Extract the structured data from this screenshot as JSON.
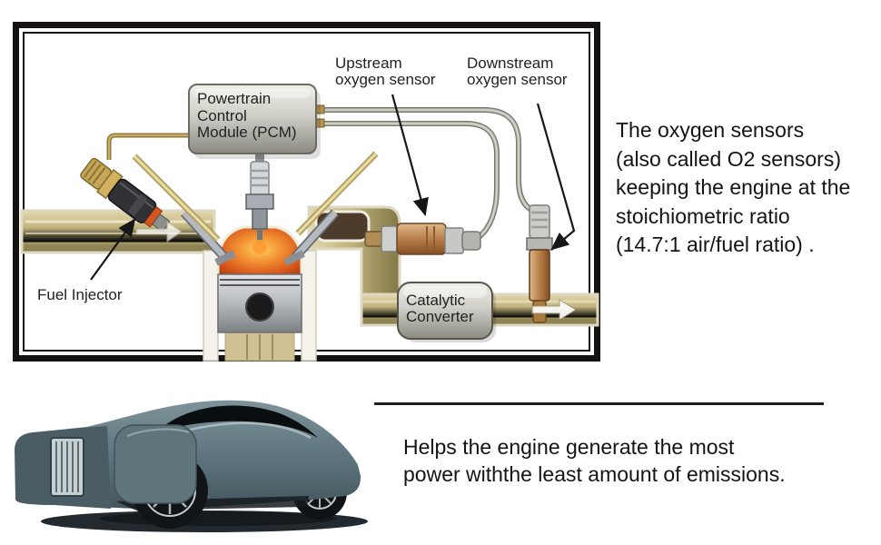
{
  "diagram": {
    "labels": {
      "pcm": "Powertrain\nControl\nModule (PCM)",
      "upstream_sensor": "Upstream\noxygen sensor",
      "downstream_sensor": "Downstream\noxygen sensor",
      "fuel_injector": "Fuel Injector",
      "catalytic_converter": "Catalytic\nConverter"
    },
    "colors": {
      "frame_black": "#151310",
      "pipe_tan": "#b9ab74",
      "combustion_orange": "#e8641f",
      "sensor_copper": "#b97f4a",
      "module_grey": "#cfcfc8",
      "car_teal": "#5e757c"
    }
  },
  "annotation": {
    "oxygen_note": "The oxygen sensors\n(also called O2 sensors)\nkeeping the engine at the\nstoichiometric ratio\n(14.7:1 air/fuel ratio) .",
    "benefit_note": "Helps the engine generate the most\npower withthe least amount of emissions."
  }
}
